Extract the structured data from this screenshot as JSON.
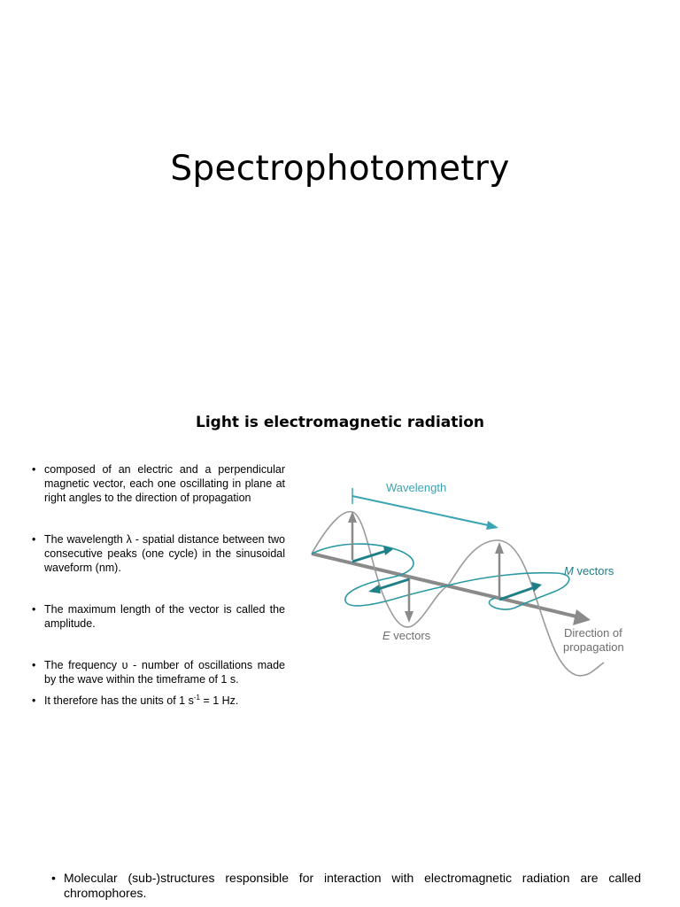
{
  "title": "Spectrophotometry",
  "section_heading": "Light is electromagnetic radiation",
  "bullets": [
    "composed of an electric and a perpendicular magnetic vector, each one oscillating in plane at right angles to the direction of propagation",
    "The wavelength λ - spatial distance between two consecutive peaks (one cycle) in the sinusoidal waveform (nm).",
    "The maximum length of the vector is called the amplitude.",
    "The frequency υ - number of oscillations made by the wave within the timeframe of 1 s."
  ],
  "units_bullet": {
    "before": "It therefore has the units of 1 s",
    "sup": "-1",
    "after": " = 1 Hz."
  },
  "diagram": {
    "wavelength_label": "Wavelength",
    "m_label_letter": "M",
    "m_label_rest": " vectors",
    "e_label_letter": "E",
    "e_label_rest": " vectors",
    "direction_line1": "Direction of",
    "direction_line2": "propagation",
    "colors": {
      "teal": "#3aa4b3",
      "dark_teal": "#1e7f86",
      "gray": "#8a8a8a",
      "text_gray": "#6e6e6e"
    }
  },
  "bottom_note": "Molecular (sub-)structures responsible for interaction with electromagnetic radiation are called chromophores."
}
